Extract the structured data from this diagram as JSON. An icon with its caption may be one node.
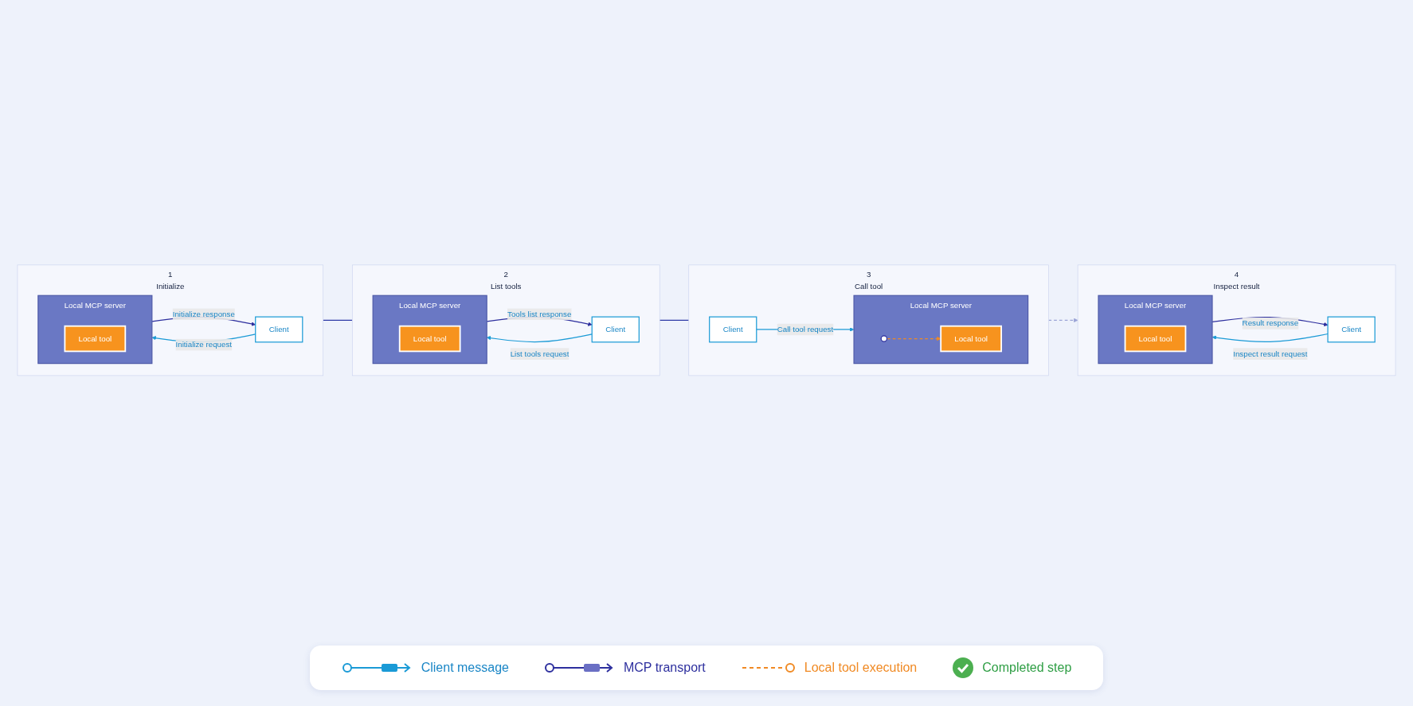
{
  "diagram": {
    "nodes": [
      {
        "text": [
          "1",
          "Initialize"
        ]
      },
      {
        "text": [
          "Client"
        ],
        "in": 0
      },
      {
        "text": [
          "Local MCP server"
        ],
        "in": 0
      },
      {
        "text": [
          "Local tool"
        ],
        "in": 2
      },
      {
        "text": [
          "2",
          "List tools"
        ]
      },
      {
        "text": [
          "Client"
        ],
        "in": 4
      },
      {
        "text": [
          "Local MCP server"
        ],
        "in": 4
      },
      {
        "text": [
          "Local tool"
        ],
        "in": 6
      },
      {
        "text": [
          "3",
          "Call tool"
        ]
      },
      {
        "text": [
          "Client"
        ],
        "in": 8
      },
      {
        "text": [
          "Local MCP server"
        ],
        "in": 8
      },
      {
        "text": [
          "Local tool"
        ],
        "in": 10
      },
      {
        "text": [
          "4",
          "Inspect result"
        ]
      },
      {
        "text": [
          "Client"
        ],
        "in": 12
      },
      {
        "text": [
          "Local MCP server"
        ],
        "in": 12
      },
      {
        "text": [
          "Local tool"
        ],
        "in": 14
      }
    ],
    "edges": [
      {
        "from": 0,
        "to": 4,
        "arrow": "none",
        "color": "#2d3aa6"
      },
      {
        "from": 4,
        "to": 8,
        "arrow": "none",
        "color": "#2d3aa6"
      },
      {
        "from": 8,
        "to": 12,
        "arrow": "to",
        "style": "dashed",
        "color": "#9aa3d6"
      },
      {
        "from": 2,
        "to": 1,
        "arrow": "to",
        "label": "Initialize response",
        "color": "#2d2f9e"
      },
      {
        "from": 1,
        "to": 2,
        "arrow": "to",
        "label": "Initialize request",
        "color": "#1a9ad6"
      },
      {
        "from": 6,
        "to": 5,
        "arrow": "to",
        "label": "Tools list response",
        "color": "#2d2f9e"
      },
      {
        "from": 5,
        "to": 6,
        "arrow": "to",
        "label": "List tools request",
        "color": "#1a9ad6"
      },
      {
        "from": 9,
        "to": 10,
        "arrow": "to",
        "label": "Call tool request",
        "color": "#1a9ad6"
      },
      {
        "from": null,
        "to": 11,
        "arrow": "to",
        "style": "dashed",
        "color": "#f08a24"
      },
      {
        "from": 14,
        "to": 13,
        "arrow": "to",
        "label": "Result response",
        "color": "#2d2f9e"
      },
      {
        "from": 13,
        "to": 14,
        "arrow": "to",
        "label": "Inspect result request",
        "color": "#1a9ad6"
      }
    ],
    "legend": [
      {
        "text": "Client message"
      },
      {
        "text": "MCP transport"
      },
      {
        "text": "Local tool execution"
      },
      {
        "text": "Completed step"
      }
    ]
  }
}
